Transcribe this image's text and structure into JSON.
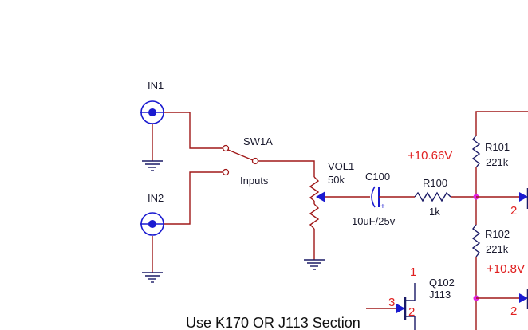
{
  "labels": {
    "in1": "IN1",
    "in2": "IN2",
    "sw": "SW1A",
    "inputs": "Inputs",
    "vol": "VOL1",
    "vol_val": "50k",
    "cap": "C100",
    "cap_val": "10uF/25v",
    "cap_plus": "+",
    "r100": "R100",
    "r100_val": "1k",
    "r101": "R101",
    "r101_val": "221k",
    "r102": "R102",
    "r102_val": "221k",
    "q102": "Q102",
    "q102_type": "J113",
    "pin1": "1",
    "pin2": "2",
    "pin3": "3",
    "pin2_right_top": "2",
    "pin2_right_bottom": "2",
    "volt1": "+10.66V",
    "volt2": "+10.8V",
    "section": "Use K170 OR J113 Section"
  },
  "colors": {
    "wire": "#a01818",
    "component": "#1a1a66",
    "jack": "#1a1ad0",
    "node": "#e020e0",
    "annotation": "#e02020"
  }
}
